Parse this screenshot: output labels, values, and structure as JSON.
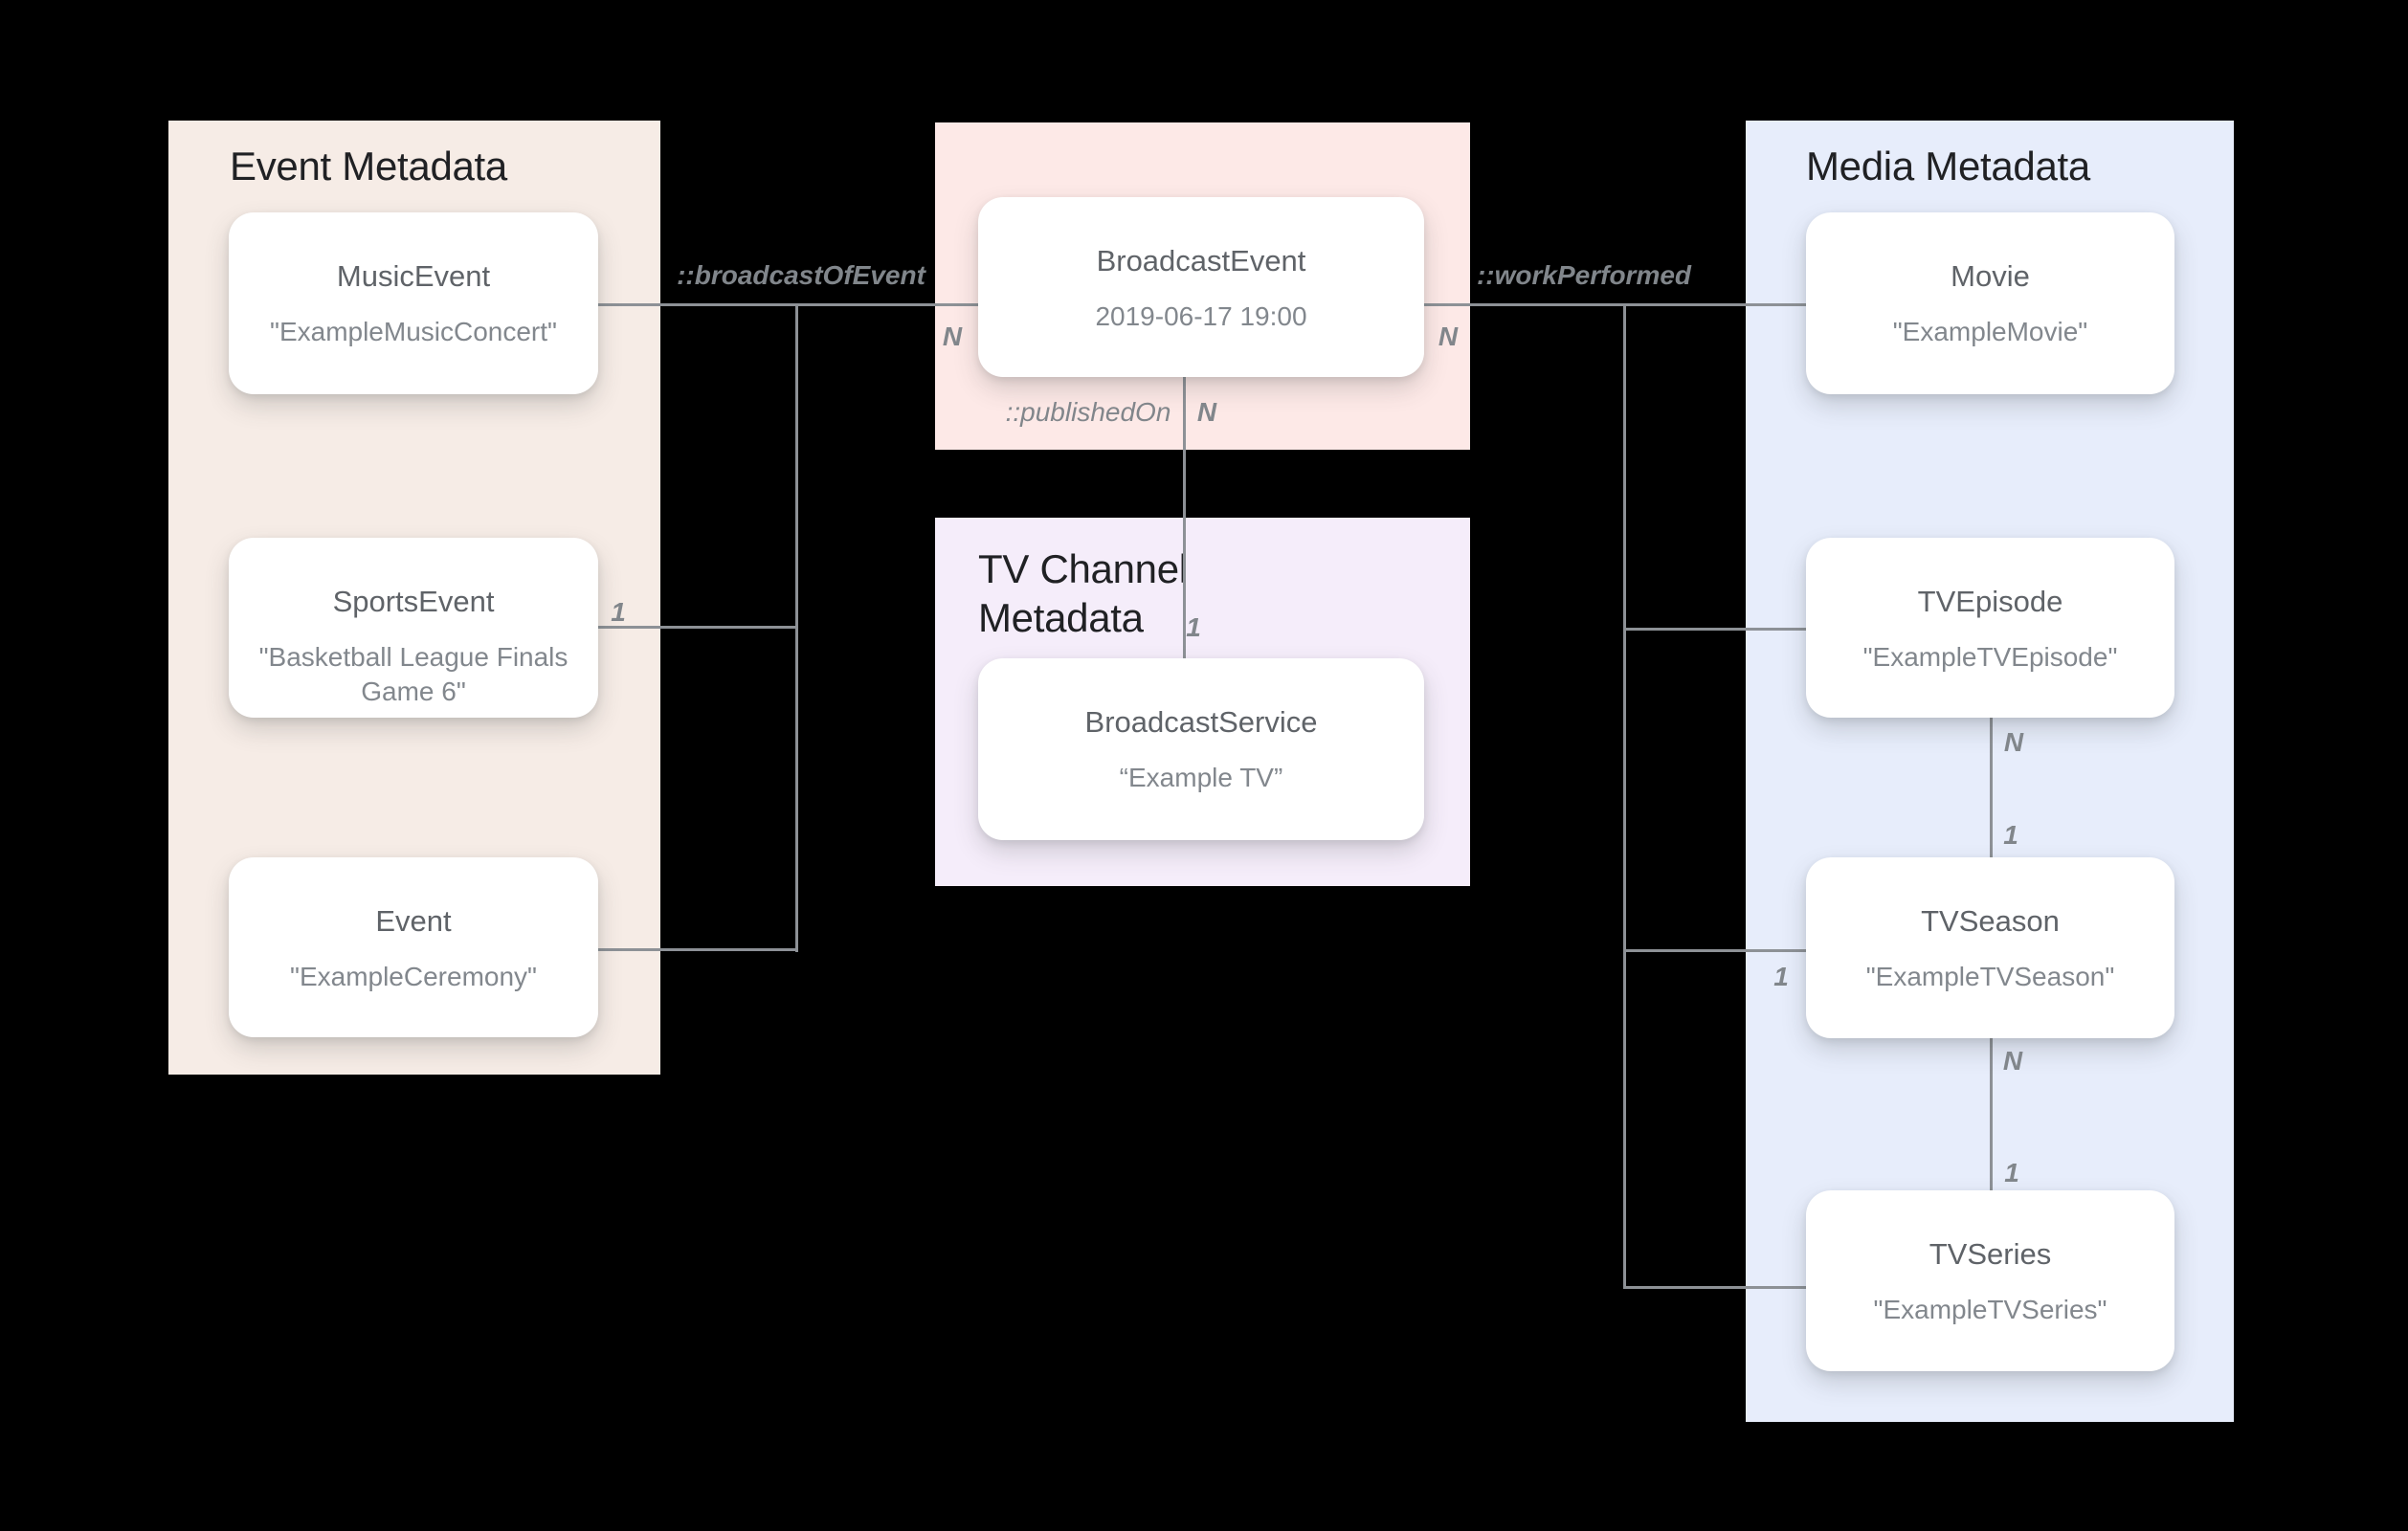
{
  "panels": {
    "event": {
      "title": "Event Metadata",
      "bg": "#f6ece6"
    },
    "broadcast": {
      "bg": "#fde9e7"
    },
    "tv_channel": {
      "title": "TV Channel Metadata",
      "bg": "#f5edfa"
    },
    "media": {
      "title": "Media Metadata",
      "bg": "#e7edfb"
    }
  },
  "nodes": {
    "music_event": {
      "name": "MusicEvent",
      "example": "\"ExampleMusicConcert\""
    },
    "sports_event": {
      "name": "SportsEvent",
      "example": "\"Basketball League Finals Game 6\""
    },
    "event": {
      "name": "Event",
      "example": "\"ExampleCeremony\""
    },
    "broadcast_event": {
      "name": "BroadcastEvent",
      "example": "2019-06-17 19:00"
    },
    "broadcast_service": {
      "name": "BroadcastService",
      "example": "“Example TV”"
    },
    "movie": {
      "name": "Movie",
      "example": "\"ExampleMovie\""
    },
    "tv_episode": {
      "name": "TVEpisode",
      "example": "\"ExampleTVEpisode\""
    },
    "tv_season": {
      "name": "TVSeason",
      "example": "\"ExampleTVSeason\""
    },
    "tv_series": {
      "name": "TVSeries",
      "example": "\"ExampleTVSeries\""
    }
  },
  "relations": {
    "broadcast_of_event": {
      "label": "::broadcastOfEvent"
    },
    "work_performed": {
      "label": "::workPerformed"
    },
    "published_on": {
      "label": "::publishedOn"
    }
  },
  "cardinalities": {
    "broadcast_of_event_n": "N",
    "sports_event_1": "1",
    "work_performed_n": "N",
    "published_on_n": "N",
    "published_on_1": "1",
    "tv_season_1": "1",
    "episode_season_n": "N",
    "episode_season_1": "1",
    "season_series_n": "N",
    "season_series_1": "1"
  },
  "colors": {
    "background": "#000000",
    "card_bg": "#ffffff",
    "panel_title": "#202124",
    "node_title": "#5f6368",
    "node_example": "#82878d",
    "connector_line": "#8d9196",
    "label_text": "#81868b"
  }
}
